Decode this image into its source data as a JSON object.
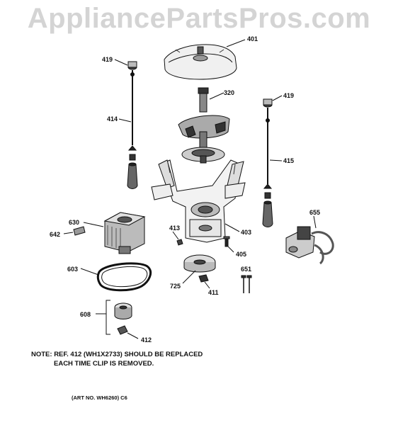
{
  "watermark": "AppliancePartsPros.com",
  "callouts": {
    "p401": "401",
    "p419a": "419",
    "p320": "320",
    "p419b": "419",
    "p414": "414",
    "p415": "415",
    "p655": "655",
    "p630": "630",
    "p413": "413",
    "p403": "403",
    "p642": "642",
    "p405": "405",
    "p603": "603",
    "p651": "651",
    "p725": "725",
    "p411": "411",
    "p608": "608",
    "p412": "412"
  },
  "note": {
    "line1": "NOTE: REF. 412 (WH1X2733) SHOULD BE REPLACED",
    "line2": "EACH TIME CLIP IS REMOVED."
  },
  "art_number": "(ART NO. WH6260) C6"
}
